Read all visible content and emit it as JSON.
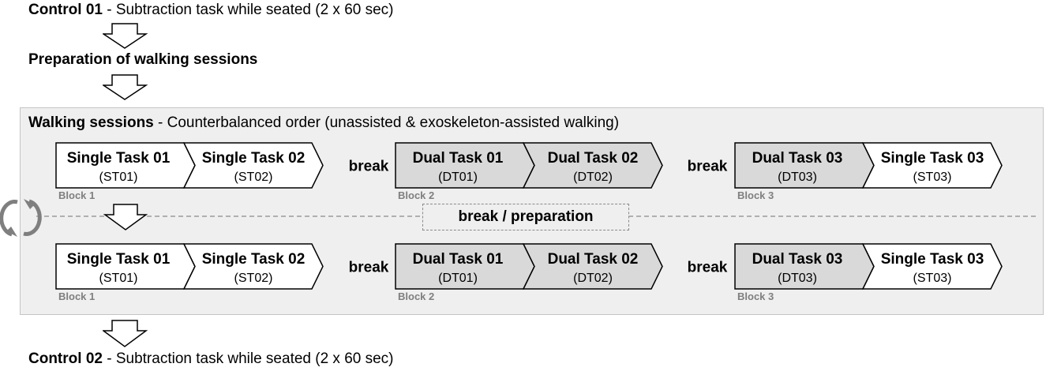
{
  "control01": {
    "bold": "Control 01",
    "rest": " - Subtraction task while seated (2 x 60 sec)"
  },
  "preparation": {
    "bold": "Preparation of walking sessions"
  },
  "walking": {
    "bold": "Walking sessions",
    "rest": " - Counterbalanced order (unassisted & exoskeleton-assisted walking)"
  },
  "control02": {
    "bold": "Control 02",
    "rest": " - Subtraction task while seated (2 x 60 sec)"
  },
  "break_label": "break",
  "break_preparation": "break / preparation",
  "colors": {
    "single": "#ffffff",
    "dual": "#d9d9d9",
    "panel": "#efefef",
    "block_label": "#7f7f7f"
  },
  "icons": [
    "down-arrow-icon",
    "refresh-cycle-icon"
  ],
  "rows": [
    {
      "blocks": [
        {
          "label": "Block 1",
          "tasks": [
            {
              "title": "Single Task 01",
              "code": "(ST01)",
              "type": "single"
            },
            {
              "title": "Single Task 02",
              "code": "(ST02)",
              "type": "single"
            }
          ]
        },
        {
          "label": "Block 2",
          "tasks": [
            {
              "title": "Dual Task 01",
              "code": "(DT01)",
              "type": "dual"
            },
            {
              "title": "Dual Task 02",
              "code": "(DT02)",
              "type": "dual"
            }
          ]
        },
        {
          "label": "Block 3",
          "tasks": [
            {
              "title": "Dual Task 03",
              "code": "(DT03)",
              "type": "dual"
            },
            {
              "title": "Single Task 03",
              "code": "(ST03)",
              "type": "single"
            }
          ]
        }
      ]
    },
    {
      "blocks": [
        {
          "label": "Block 1",
          "tasks": [
            {
              "title": "Single Task 01",
              "code": "(ST01)",
              "type": "single"
            },
            {
              "title": "Single Task 02",
              "code": "(ST02)",
              "type": "single"
            }
          ]
        },
        {
          "label": "Block 2",
          "tasks": [
            {
              "title": "Dual Task 01",
              "code": "(DT01)",
              "type": "dual"
            },
            {
              "title": "Dual Task 02",
              "code": "(DT02)",
              "type": "dual"
            }
          ]
        },
        {
          "label": "Block 3",
          "tasks": [
            {
              "title": "Dual Task 03",
              "code": "(DT03)",
              "type": "dual"
            },
            {
              "title": "Single Task 03",
              "code": "(ST03)",
              "type": "single"
            }
          ]
        }
      ]
    }
  ]
}
